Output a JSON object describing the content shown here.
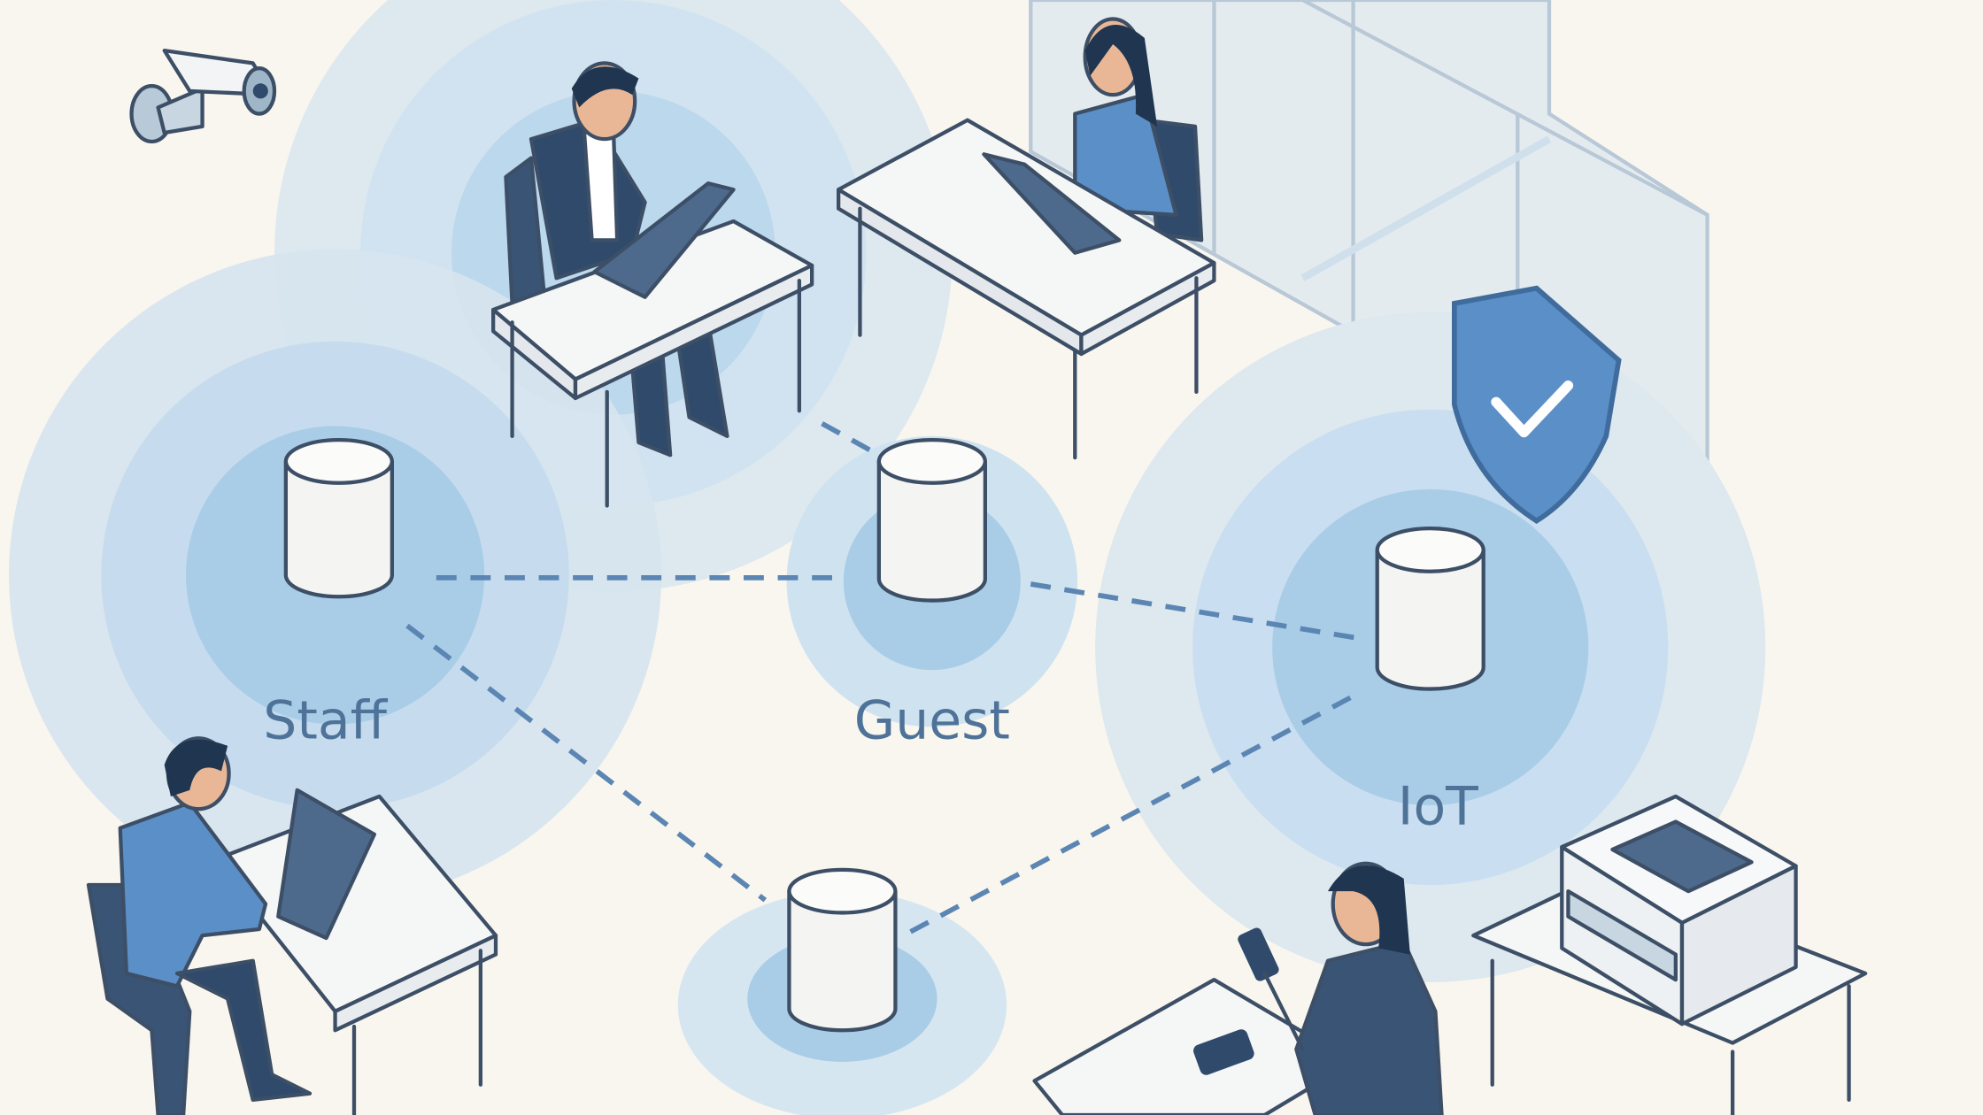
{
  "zones": [
    {
      "label": "Staff"
    },
    {
      "label": "Guest"
    },
    {
      "label": "IoT"
    }
  ],
  "colors": {
    "background": "#f9f6ef",
    "zone_outer": "#dde8ef",
    "zone_mid": "#c9def0",
    "zone_inner": "#a9cde7",
    "navy": "#2f4a6b",
    "shirt_blue": "#5b8fc7",
    "label": "#4f7398",
    "link": "#5b86b3"
  }
}
